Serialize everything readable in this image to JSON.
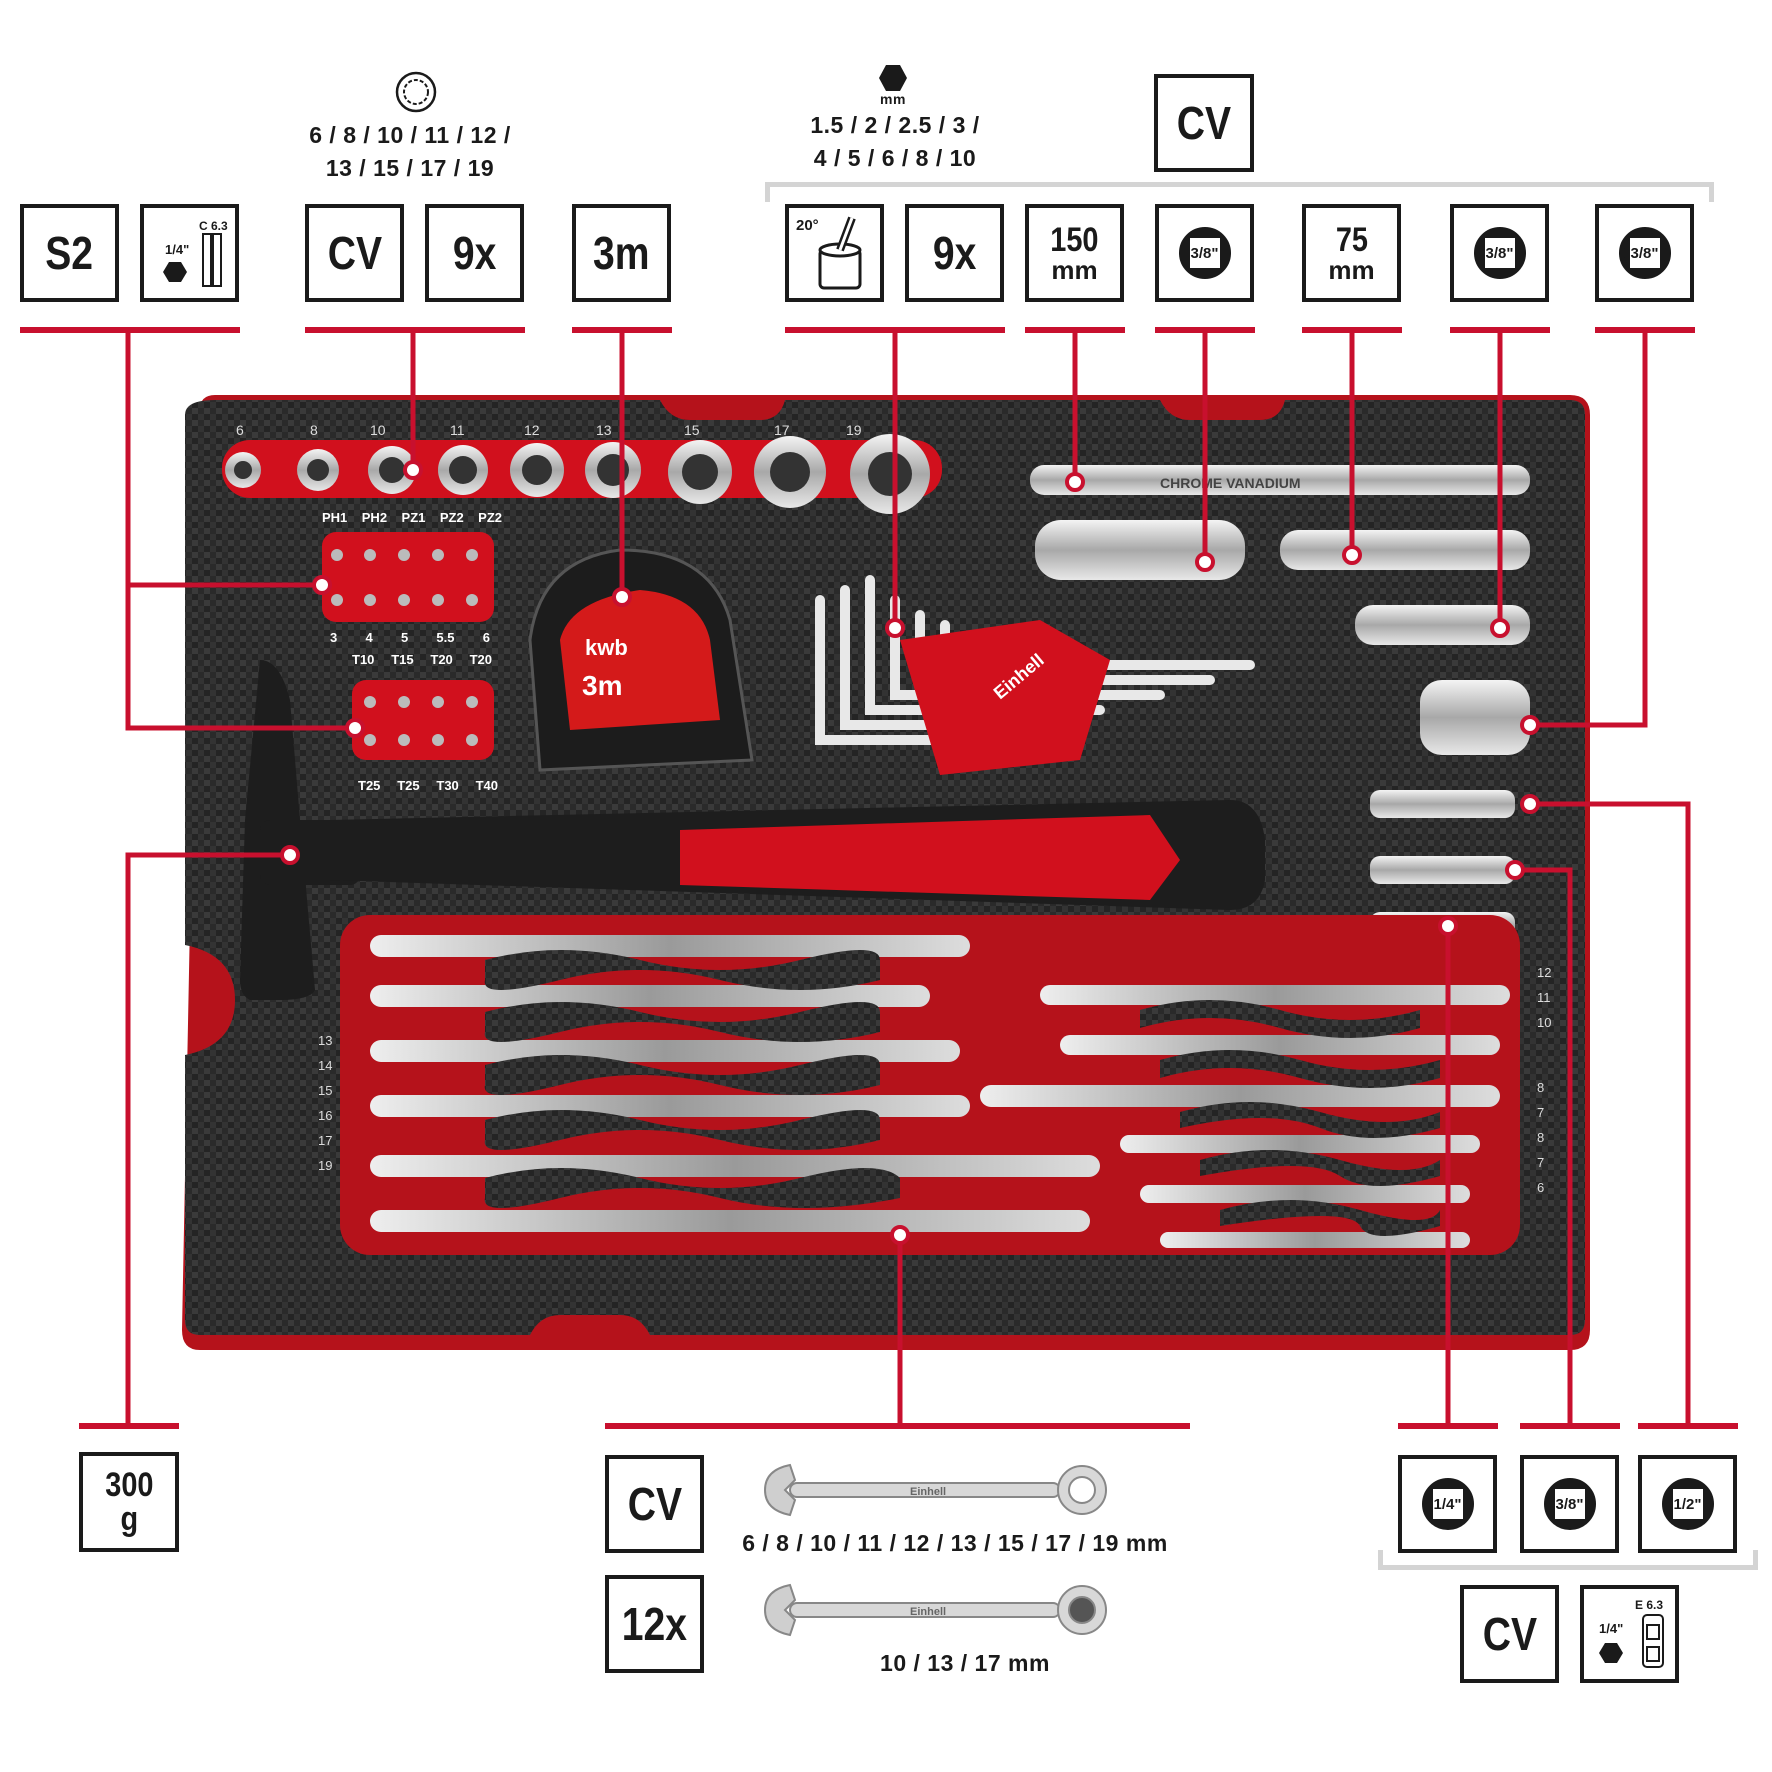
{
  "colors": {
    "accent": "#c8102e",
    "foam": "#2b2b2b",
    "outline": "#1a1a1a"
  },
  "top": {
    "socket_sizes_line1": "6 / 8 / 10 / 11 / 12 /",
    "socket_sizes_line2": "13 / 15 / 17 / 19",
    "hex_unit": "mm",
    "hex_sizes_line1": "1.5 / 2 / 2.5 / 3 /",
    "hex_sizes_line2": "4 / 5 / 6 / 8 / 10",
    "cv_header": "CV"
  },
  "badges": {
    "s2": "S2",
    "bit_size": "1/4\"",
    "bit_type": "C 6.3",
    "cv_sockets": "CV",
    "socket_count": "9x",
    "tape_length": "3m",
    "angle": "20°",
    "hex_count": "9x",
    "ext_long_value": "150",
    "ext_long_unit": "mm",
    "drive_a": "3/8\"",
    "ext_short_value": "75",
    "ext_short_unit": "mm",
    "drive_b": "3/8\"",
    "drive_c": "3/8\"",
    "hammer_weight_value": "300",
    "hammer_weight_unit": "g",
    "wrench_cv": "CV",
    "wrench_count": "12x",
    "adapter_a": "1/4\"",
    "adapter_b": "3/8\"",
    "adapter_c": "1/2\"",
    "adapter_cv": "CV",
    "adapter_bit_size": "1/4\"",
    "adapter_bit_type": "E 6.3"
  },
  "wrench_sizes": "6 / 8 / 10 / 11 / 12 / 13 / 15 / 17 / 19 mm",
  "ratchet_wrench_sizes": "10 / 13 / 17 mm",
  "tray": {
    "socket_labels": [
      "6",
      "8",
      "10",
      "11",
      "12",
      "13",
      "15",
      "17",
      "19"
    ],
    "bit_row1_labels": [
      "PH1",
      "PH2",
      "PZ1",
      "PZ2",
      "PZ2"
    ],
    "bit_row2_labels": [
      "3",
      "4",
      "5",
      "5.5",
      "6"
    ],
    "bit_row3_labels": [
      "T10",
      "T15",
      "T20",
      "T20"
    ],
    "bit_row4_labels": [
      "T25",
      "T25",
      "T30",
      "T40"
    ],
    "left_wrench_labels": [
      "13",
      "14",
      "15",
      "16",
      "17",
      "19"
    ],
    "right_wrench_labels": [
      "12",
      "11",
      "10",
      "8",
      "7",
      "8",
      "7",
      "6"
    ],
    "extension_text": "CHROME VANADIUM",
    "tape_brand": "kwb",
    "tape_text": "3m",
    "hexkey_brand": "Einhell",
    "wrench_brand": "Einhell"
  }
}
